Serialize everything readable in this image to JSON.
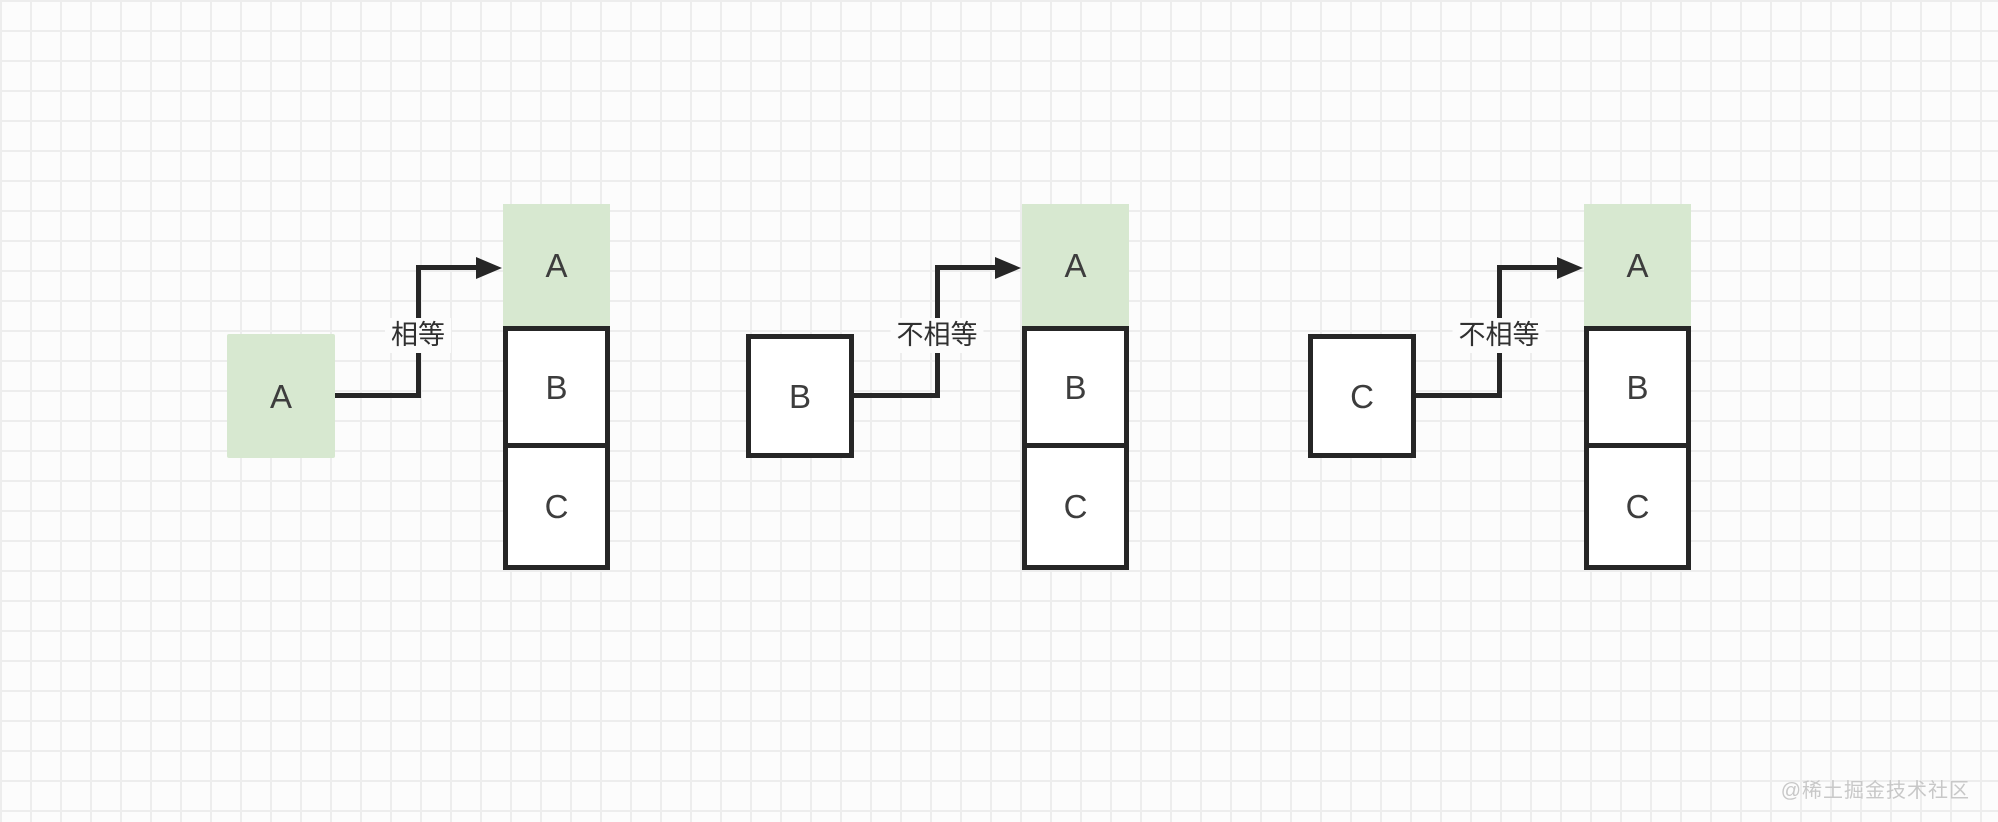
{
  "canvas": {
    "background_color": "#fcfcfc",
    "grid_line_color": "#ededed",
    "accent_green": "#d7e8d0",
    "stroke_color": "#262626",
    "letter_color": "#3d3d3d",
    "watermark_color": "#c8c8c8"
  },
  "groups": [
    {
      "name": "compare-a-to-stack",
      "source": {
        "label": "A",
        "variant": "green"
      },
      "edge_label": "相等",
      "stack": {
        "cells": [
          {
            "label": "A",
            "variant": "green"
          },
          {
            "label": "B",
            "variant": "white"
          },
          {
            "label": "C",
            "variant": "white"
          }
        ]
      }
    },
    {
      "name": "compare-b-to-stack",
      "source": {
        "label": "B",
        "variant": "white"
      },
      "edge_label": "不相等",
      "stack": {
        "cells": [
          {
            "label": "A",
            "variant": "green"
          },
          {
            "label": "B",
            "variant": "white"
          },
          {
            "label": "C",
            "variant": "white"
          }
        ]
      }
    },
    {
      "name": "compare-c-to-stack",
      "source": {
        "label": "C",
        "variant": "white"
      },
      "edge_label": "不相等",
      "stack": {
        "cells": [
          {
            "label": "A",
            "variant": "green"
          },
          {
            "label": "B",
            "variant": "white"
          },
          {
            "label": "C",
            "variant": "white"
          }
        ]
      }
    }
  ],
  "watermark": "@稀土掘金技术社区"
}
